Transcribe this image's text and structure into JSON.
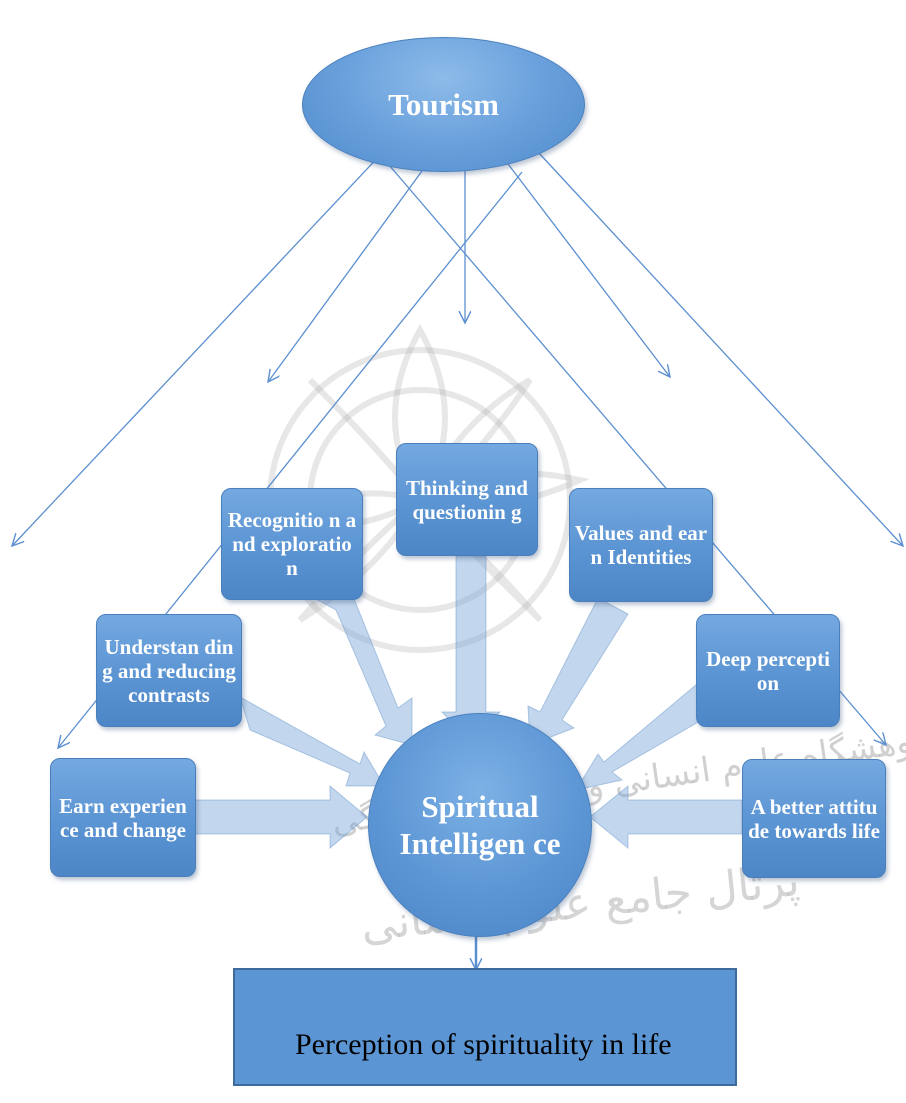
{
  "top_node": {
    "label": "Tourism"
  },
  "center_node": {
    "label": "Spiritual Intelligen ce"
  },
  "result_box": {
    "label": "Perception of spirituality in life"
  },
  "components": [
    {
      "id": "thinking",
      "label": "Thinking and questionin g"
    },
    {
      "id": "recognition",
      "label": "Recognitio n and exploratio n"
    },
    {
      "id": "values",
      "label": "Values and earn Identities"
    },
    {
      "id": "understanding",
      "label": "Understan ding and reducing contrasts"
    },
    {
      "id": "deep",
      "label": "Deep perception"
    },
    {
      "id": "earn",
      "label": "Earn experience and change"
    },
    {
      "id": "attitude",
      "label": "A better attitude towards life"
    }
  ],
  "watermark": {
    "line1": "پژوهشگاه علوم انسانی و مطالعات فرهنگی",
    "line2": "پرتال جامع علوم انسانی"
  },
  "colors": {
    "node_fill": "#5b94d3",
    "line": "#5b8fd0",
    "result_fill": "#5b95d3"
  }
}
